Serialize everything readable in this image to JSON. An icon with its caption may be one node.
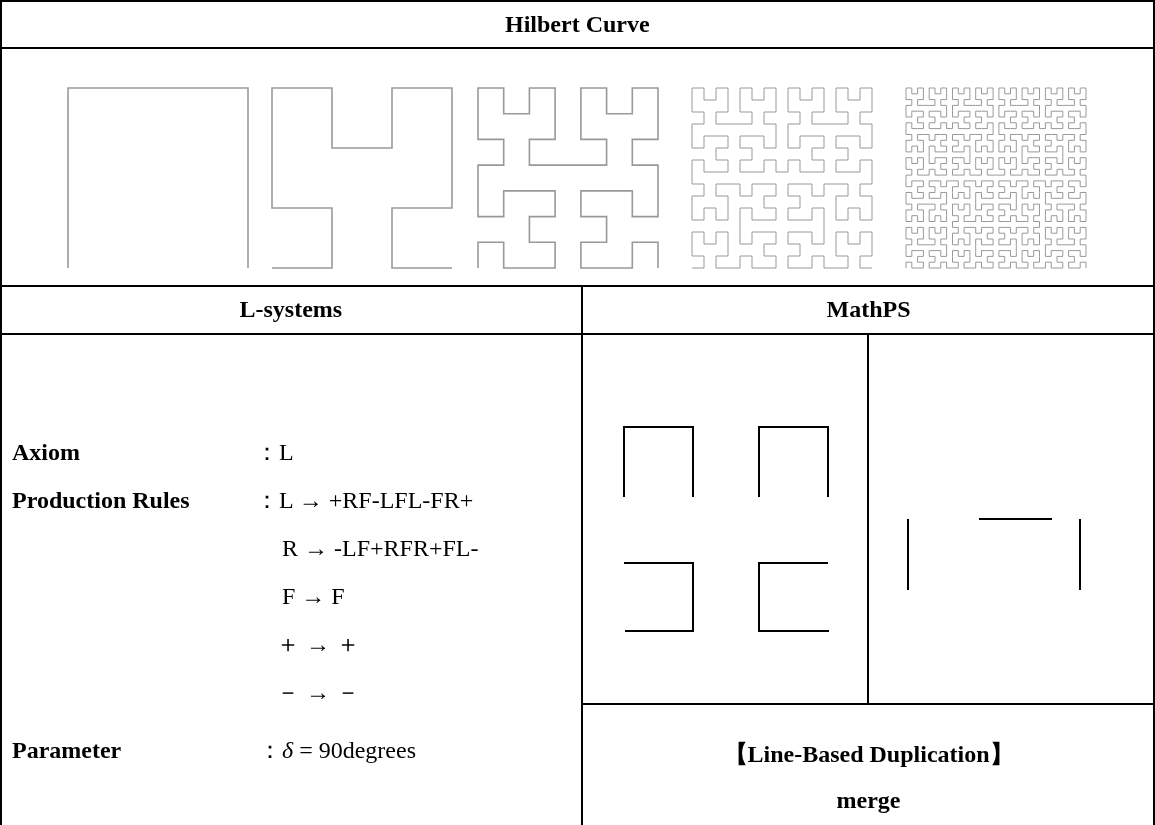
{
  "diagram": {
    "title": "Hilbert Curve",
    "labels": [
      "L-systems",
      "MathPS",
      "Axiom",
      "：L",
      "Production Rules",
      "：L → +RF-LFL-FR+",
      "R → -LF+RFR+FL-",
      "F → F",
      "＋ → ＋",
      "－ → －",
      "Parameter",
      "：*δ* = 90degrees",
      "【Line-Based Duplication】",
      "merge"
    ]
  }
}
